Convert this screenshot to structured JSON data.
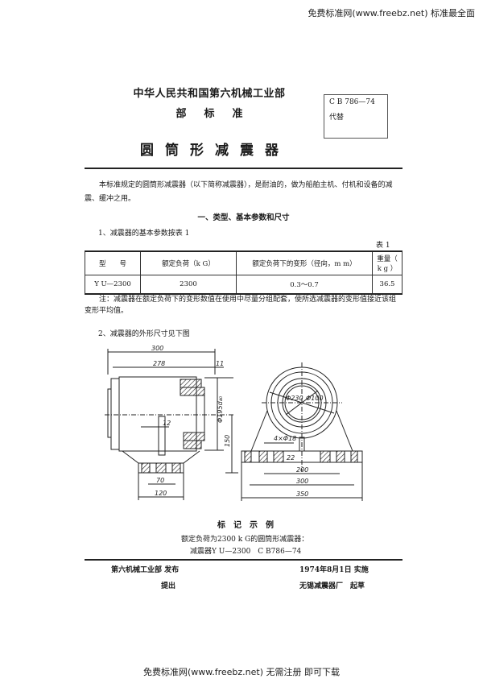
{
  "watermark": {
    "top": "免费标准网(www.freebz.net) 标准最全面",
    "bottom": "免费标准网(www.freebz.net) 无需注册 即可下载"
  },
  "header": {
    "ministry": "中华人民共和国第六机械工业部",
    "standard_type": "部标准",
    "title": "圆筒形减震器",
    "code": "C B  786—74",
    "replaces": "代替"
  },
  "intro": "本标准规定的圆筒形减震器（以下简称减震器），是耐油的，做为船舶主机、付机和设备的减震、缓冲之用。",
  "section1": {
    "heading": "一、类型、基本参数和尺寸",
    "item1": "1、减震器的基本参数按表 1",
    "table_label": "表 1",
    "table": {
      "headers": [
        "型　　号",
        "额定负荷（k G）",
        "额定负荷下的变形（径向，m m）",
        "重量（ k g ）"
      ],
      "rows": [
        [
          "Y U—2300",
          "2300",
          "0.3～0.7",
          "36.5"
        ]
      ]
    },
    "note": "注：减震器在额定负荷下的变形数值在使用中尽量分组配套，使所选减震器的变形值接近该组变形平均值。",
    "item2": "2、减震器的外形尺寸见下图"
  },
  "drawing": {
    "side_view": {
      "dim_overall_length": "300",
      "dim_body_length": "278",
      "dim_flange": "11",
      "dim_bore": "Φ195d₄₀",
      "dim_stud": "12",
      "dim_height": "150",
      "dim_base_inner": "70",
      "dim_base_outer": "120"
    },
    "front_view": {
      "dim_outer_dia": "Φ230",
      "dim_inner_dia": "Φ100",
      "dim_hole": "4×Φ18",
      "dim_holes_inner": "200",
      "dim_holes_outer": "300",
      "dim_base_width": "350",
      "dim_base_thk": "22"
    }
  },
  "example": {
    "title": "标记示例",
    "line1": "额定负荷为2300 k G的圆筒形减震器：",
    "line2": "减震器Y U—2300　C B786—74"
  },
  "footer": {
    "publisher": "第六机械工业部 发布",
    "proposer": "提出",
    "effective": "1974年8月1日 实施",
    "drafter": "无锡减震器厂　起草"
  }
}
